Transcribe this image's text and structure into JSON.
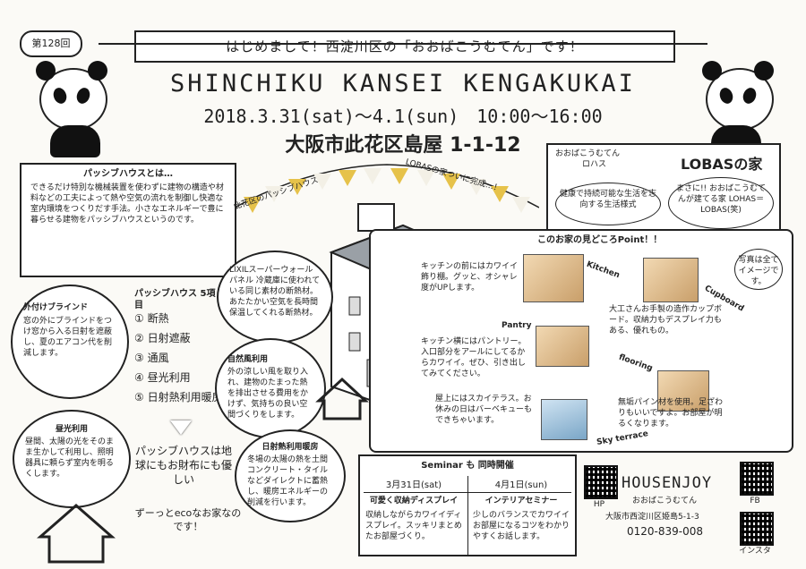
{
  "header": {
    "edition": "第128回",
    "banner": "はじめまして！西淀川区の「おおばこうむてん」です！",
    "title": "SHINCHIKU KANSEI KENGAKUKAI",
    "date": "2018.3.31(sat)～4.1(sun)　10:00～16:00",
    "address": "大阪市此花区島屋 1-1-12"
  },
  "passive_intro": {
    "heading": "パッシブハウスとは…",
    "body": "できるだけ特別な機械装置を使わずに建物の構造や材料などの工夫によって熱や空気の流れを制御し快適な室内環境をつくりだす手法。小さなエネルギーで豊に暮らせる建物をパッシブハウスというのです。"
  },
  "garland": {
    "left": "此花区のパッシブハウス",
    "right": "LOBASの家ついに完成…！"
  },
  "lobas": {
    "line1": "おおばこうむてん",
    "line2": "ロハス",
    "desc": "健康で持続可能な生活を志向する生活様式",
    "title": "LOBASの家",
    "note": "まさに!! おおばこうむてんが建てる家 LOHAS＝LOBAS(笑)"
  },
  "five": {
    "heading": "パッシブハウス 5項目",
    "items": [
      "① 断熱",
      "② 日射遮蔽",
      "③ 通風",
      "④ 昼光利用",
      "⑤ 日射熱利用暖房"
    ],
    "globe": "パッシブハウスは地球にもお財布にも優しい",
    "eco": "ずーっとecoなお家なのです！"
  },
  "bubbles": {
    "lixil": "LIXILスーパーウォールパネル 冷蔵庫に使われている同じ素材の断熱材。あたたかい空気を長時間保温してくれる断熱材。",
    "blind_title": "外付けブラインド",
    "blind": "窓の外にブラインドをつけ窓から入る日射を遮蔽し、夏のエアコン代を削減します。",
    "wind_title": "自然風利用",
    "wind": "外の涼しい風を取り入れ、建物のたまった熱を排出させる費用をかけず、気持ちの良い空間づくりをします。",
    "light_title": "昼光利用",
    "light": "昼間、太陽の光をそのまま生かして利用し、照明器具に頼らず室内を明るくします。",
    "heat_title": "日射熱利用暖房",
    "heat": "冬場の太陽の熱を土間コンクリート・タイルなどダイレクトに蓄熱し、暖房エネルギーの削減を行います。"
  },
  "points": {
    "title": "このお家の見どころPoint！！",
    "note": "写真は全てイメージです。",
    "kitchen_label": "Kitchen",
    "kitchen": "キッチンの前にはカワイイ飾り棚。グッと、オシャレ度がUPします。",
    "cupboard_label": "Cupboard",
    "cupboard": "大工さんお手製の造作カップボード。収納力もデスプレイ力もある、優れもの。",
    "pantry_label": "Pantry",
    "pantry": "キッチン横にはパントリー。入口部分をアールにしてるからカワイイ。ぜひ、引き出してみてください。",
    "flooring_label": "flooring",
    "flooring": "無垢パイン材を使用。足ざわりもいいですよ。お部屋が明るくなります。",
    "terrace_label": "Sky terrace",
    "terrace": "屋上にはスカイテラス。お休みの日はバーベキューもできちゃいます。"
  },
  "seminar": {
    "title": "Seminar も 同時開催",
    "day1": "3月31日(sat)",
    "day1_title": "可愛く収納ディスプレイ",
    "day1_body": "収納しながらカワイイディスプレイ。スッキリまとめたお部屋づくり。",
    "day2": "4月1日(sun)",
    "day2_title": "インテリアセミナー",
    "day2_body": "少しのバランスでカワイイお部屋になるコツをわかりやすくお話します。"
  },
  "company": {
    "name": "HOUSENJOY",
    "kana": "おおばこうむてん",
    "address": "大阪市西淀川区姫島5-1-3",
    "phone": "0120-839-008",
    "qr_hp": "HP",
    "qr_fb": "FB",
    "qr_insta": "インスタ"
  },
  "colors": {
    "accent": "#e6c24a",
    "ink": "#222222",
    "paper": "#fbfaf6"
  }
}
